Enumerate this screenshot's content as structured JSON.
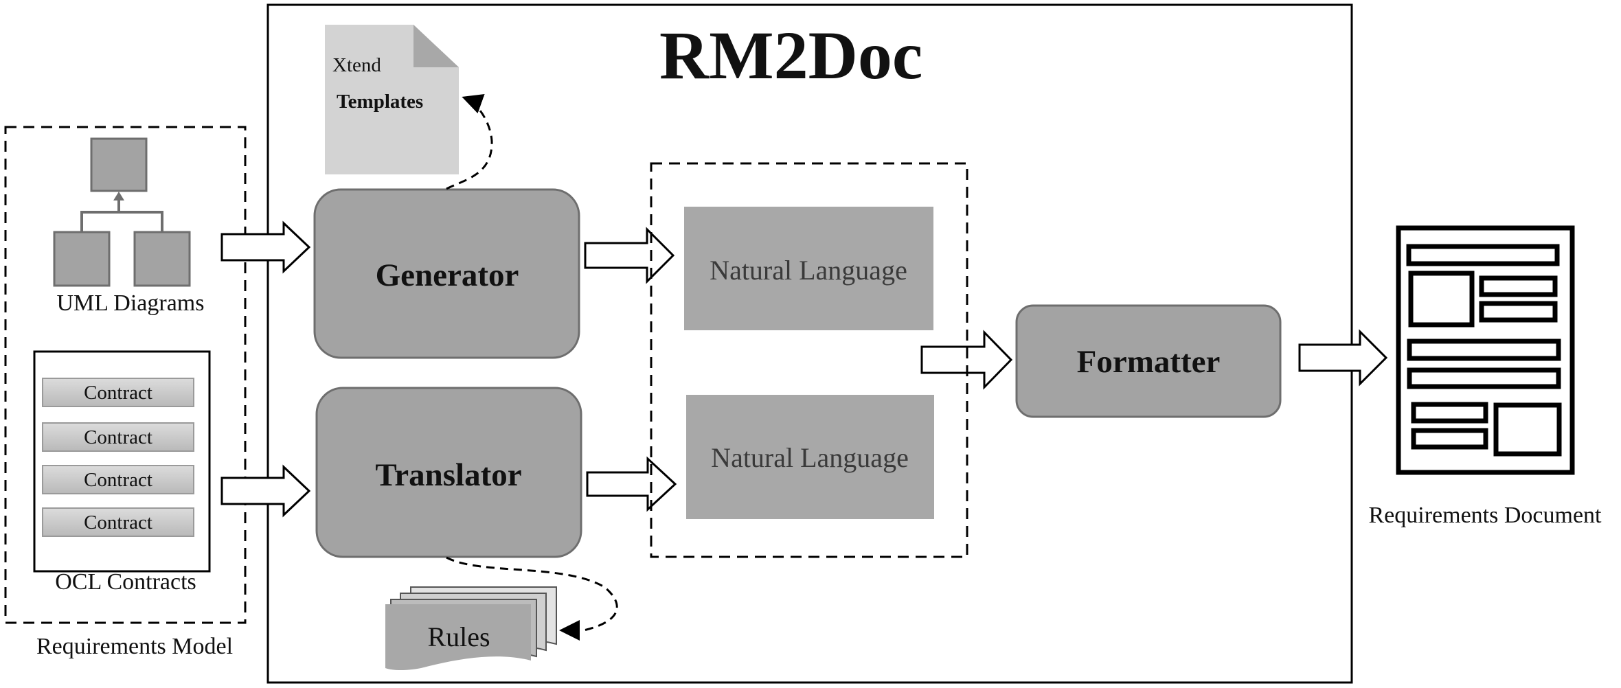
{
  "title": "RM2Doc",
  "requirements_model": {
    "label": "Requirements Model",
    "uml_label": "UML Diagrams",
    "ocl_label": "OCL Contracts",
    "contracts": [
      "Contract",
      "Contract",
      "Contract",
      "Contract"
    ]
  },
  "templates": {
    "line1": "Xtend",
    "line2": "Templates"
  },
  "rules_label": "Rules",
  "generator_label": "Generator",
  "translator_label": "Translator",
  "natural_language": [
    "Natural Language",
    "Natural Language"
  ],
  "formatter_label": "Formatter",
  "output_label": "Requirements Document",
  "colors": {
    "box_fill": "#a3a3a3",
    "box_stroke": "#6e6e6e",
    "nl_fill": "#a8a8a8",
    "doc_fill": "#d3d3d3",
    "contract_fill": "#c8c8c8",
    "line": "#000000"
  }
}
